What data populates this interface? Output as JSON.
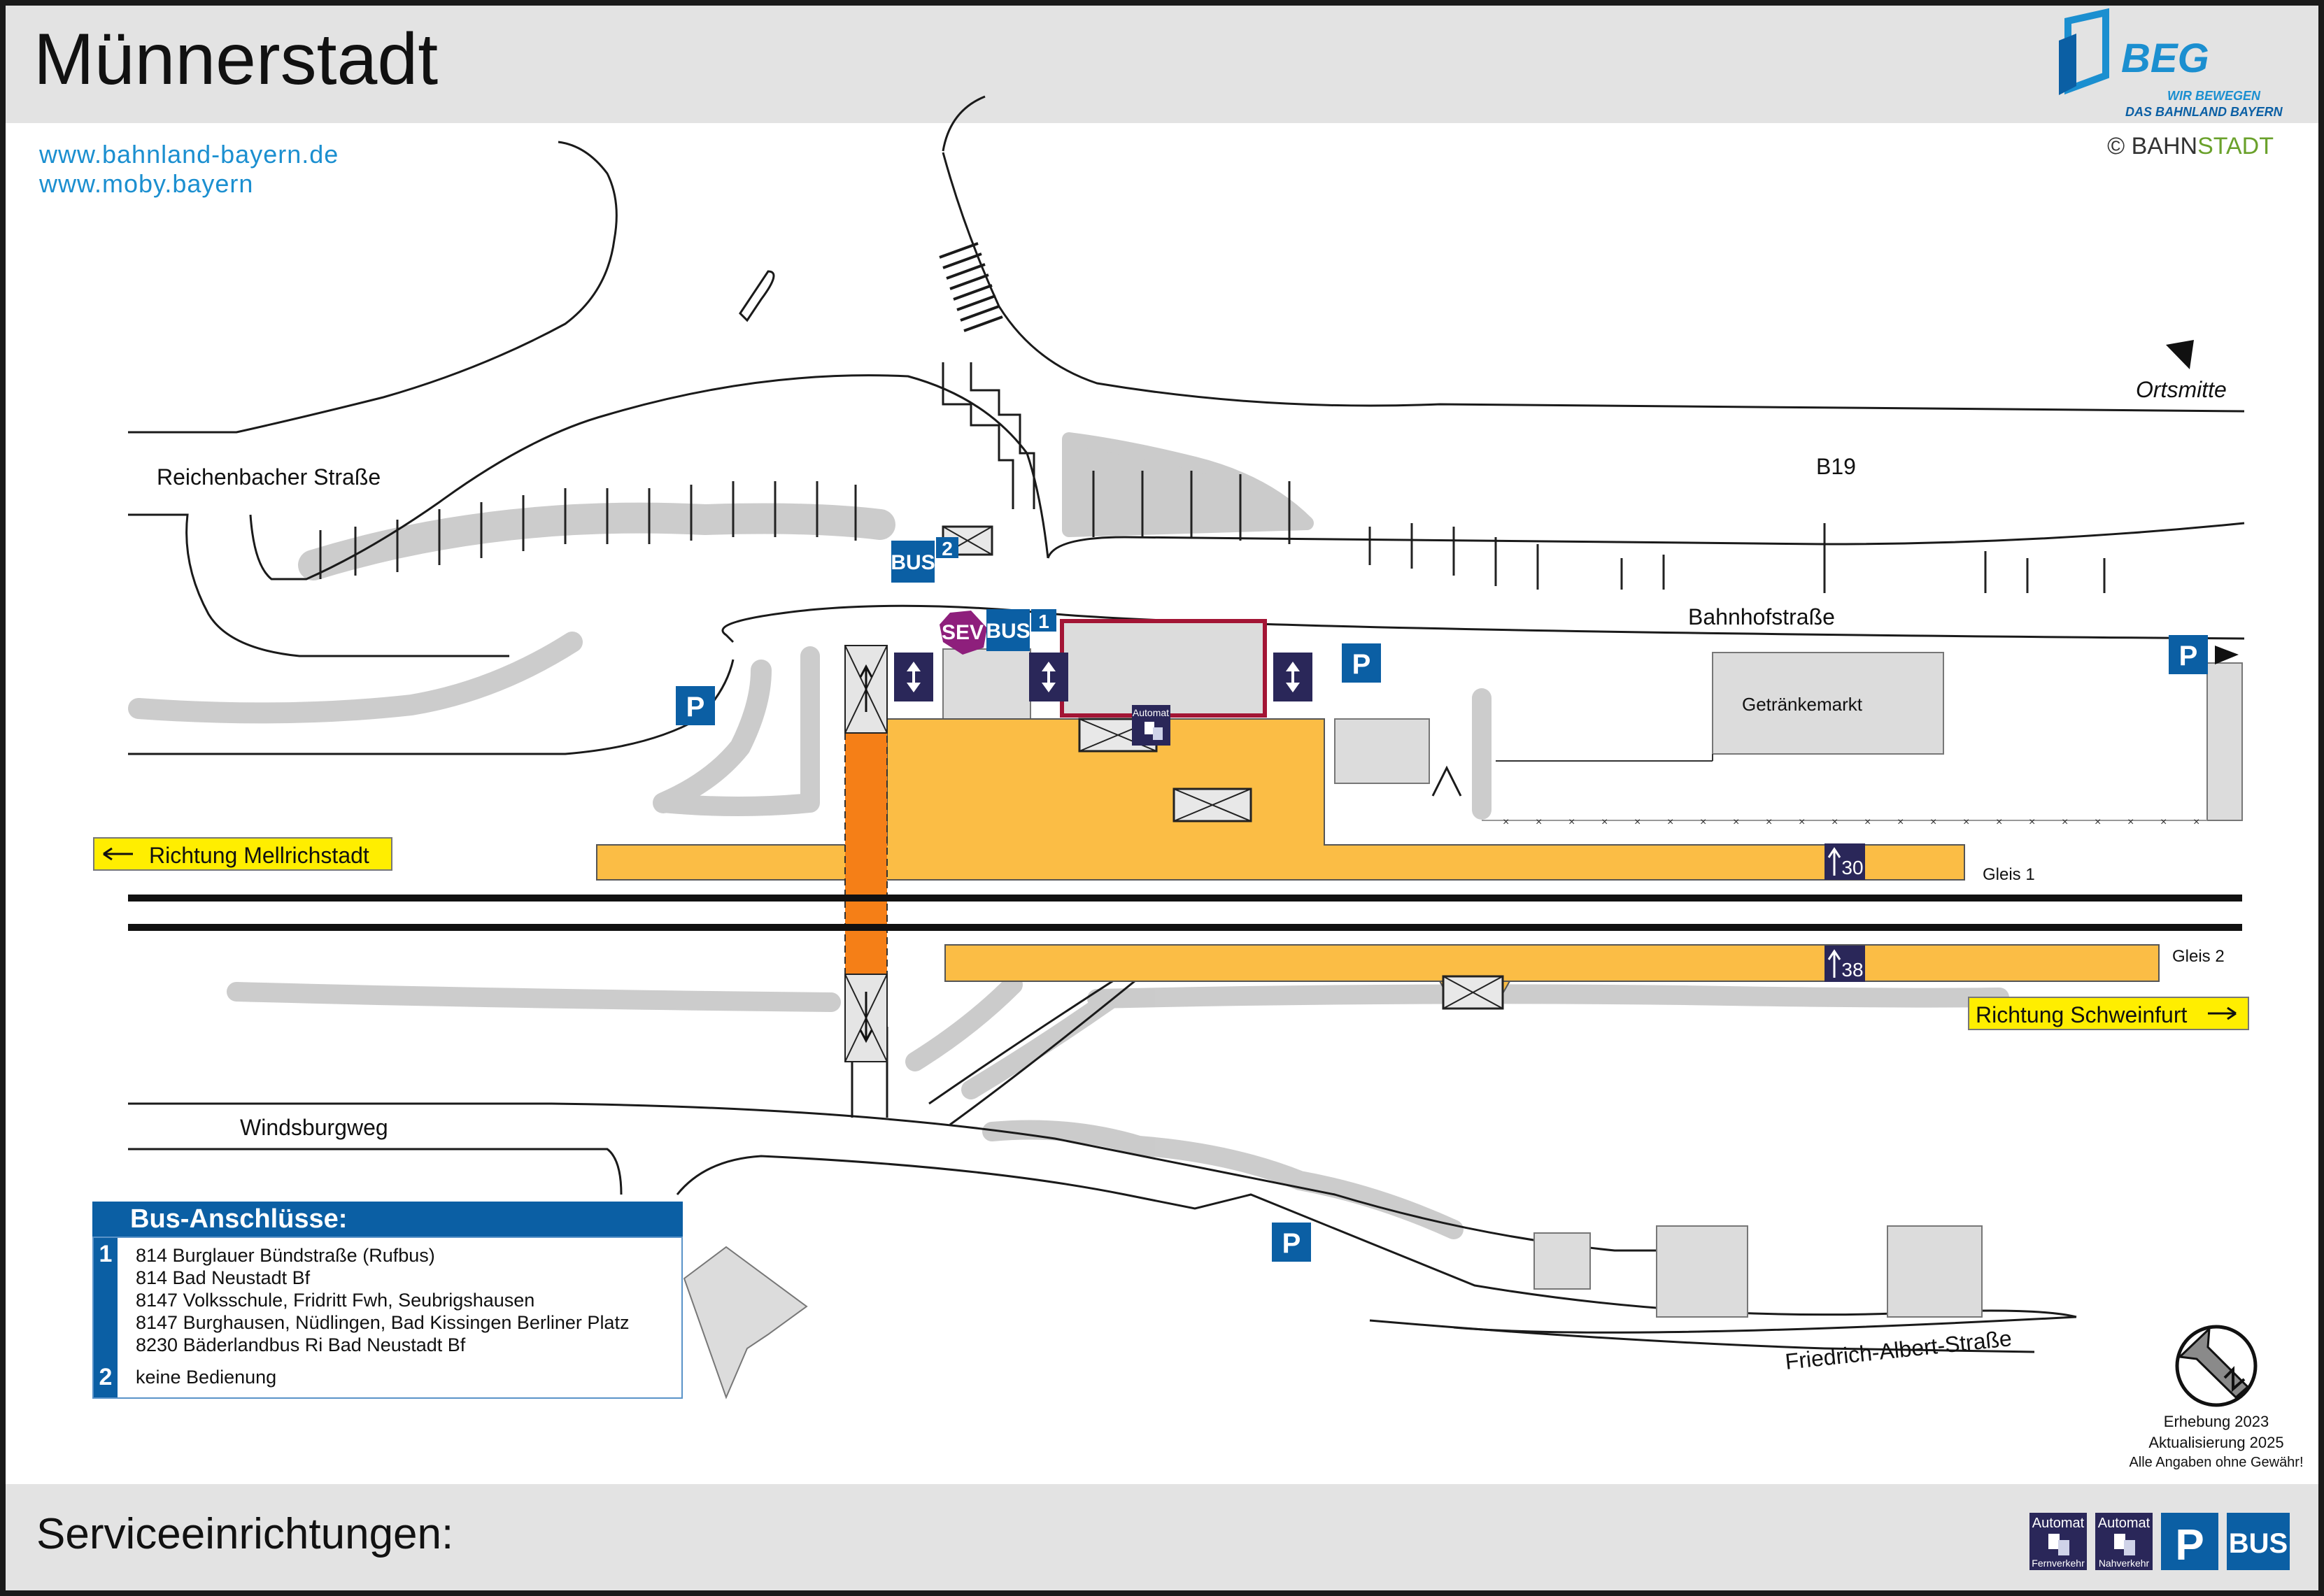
{
  "header": {
    "title": "Münnerstadt",
    "brand": "BEG",
    "brand_tagline_1": "WIR BEWEGEN",
    "brand_tagline_2": "DAS BAHNLAND BAYERN",
    "copyright_symbol": "©",
    "copyright_name_a": "BAHN",
    "copyright_name_b": "STADT"
  },
  "links": [
    "www.bahnland-bayern.de",
    "www.moby.bayern"
  ],
  "streets": {
    "reichenbacher": "Reichenbacher Straße",
    "b19": "B19",
    "bahnhofstrasse": "Bahnhofstraße",
    "windsburgweg": "Windsburgweg",
    "friedrich_albert": "Friedrich-Albert-Straße",
    "ortsmitte": "Ortsmitte"
  },
  "directions": {
    "mellrichstadt": "Richtung Mellrichstadt",
    "schweinfurt": "Richtung Schweinfurt"
  },
  "tracks": {
    "gleis1": "Gleis 1",
    "gleis2": "Gleis 2",
    "height1": "30",
    "height2": "38"
  },
  "buildings": {
    "getraenkemarkt": "Getränkemarkt",
    "automat": "Automat"
  },
  "symbols": {
    "parking": "P",
    "bus": "BUS",
    "sev": "SEV",
    "stop1": "1",
    "stop2": "2"
  },
  "bus_connections": {
    "heading": "Bus-Anschlüsse:",
    "stops": [
      {
        "number": "1",
        "lines": [
          "814 Burglauer Bündstraße (Rufbus)",
          "814 Bad Neustadt Bf",
          "8147 Volksschule, Fridritt Fwh, Seubrigshausen",
          "8147 Burghausen, Nüdlingen, Bad Kissingen Berliner Platz",
          "8230 Bäderlandbus Ri Bad Neustadt Bf"
        ]
      },
      {
        "number": "2",
        "lines": [
          "keine Bedienung"
        ]
      }
    ]
  },
  "survey": {
    "line1": "Erhebung 2023",
    "line2": "Aktualisierung 2025",
    "line3": "Alle Angaben ohne Gewähr!"
  },
  "footer": {
    "title": "Serviceeinrichtungen:",
    "icons": [
      {
        "label": "Automat",
        "sub": "Fernverkehr"
      },
      {
        "label": "Automat",
        "sub": "Nahverkehr"
      },
      {
        "label": "P"
      },
      {
        "label": "BUS"
      }
    ]
  },
  "colors": {
    "platform": "#fbbd45",
    "underpass": "#f57f17",
    "sign_blue": "#0b5fa4",
    "lift_navy": "#2a2759",
    "sev_purple": "#8e1f7c",
    "station_border": "#a31535",
    "direction_yellow": "#ffee00",
    "link_blue": "#1b8fd0"
  }
}
